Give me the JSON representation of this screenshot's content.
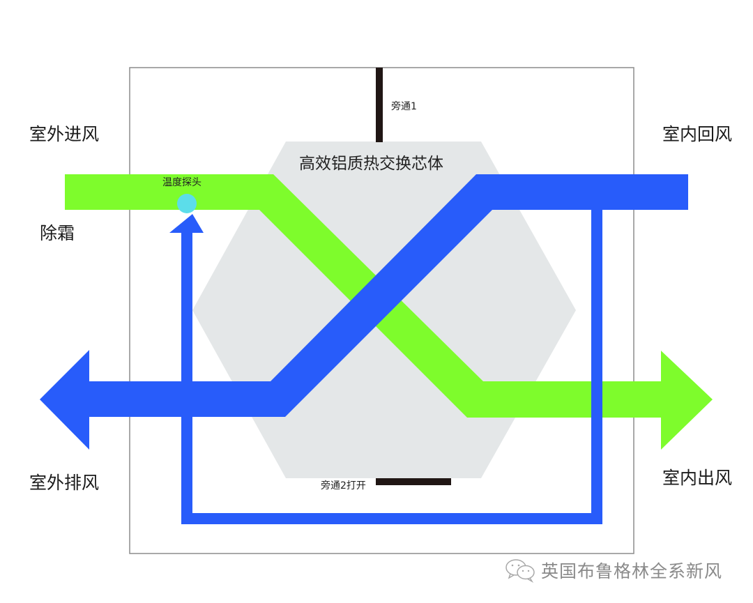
{
  "diagram": {
    "title": "高效铝质热交换芯体",
    "labels": {
      "outdoor_intake": "室外进风",
      "indoor_return": "室内回风",
      "defrost": "除霜",
      "outdoor_exhaust": "室外排风",
      "indoor_supply": "室内出风",
      "temperature_probe": "温度探头",
      "bypass1": "旁通1",
      "bypass2_open": "旁通2打开"
    },
    "colors": {
      "fresh_air_stream": "#7EFC2C",
      "exhaust_air_stream": "#285CFA",
      "heat_exchanger_core": "#E4E7E8",
      "temperature_probe": "#5CDDEA",
      "bypass_damper": "#201614",
      "housing_border": "#8C8C8C"
    },
    "icons": {
      "watermark_icon": "wechat-icon"
    }
  },
  "watermark": {
    "text": "英国布鲁格林全系新风"
  }
}
